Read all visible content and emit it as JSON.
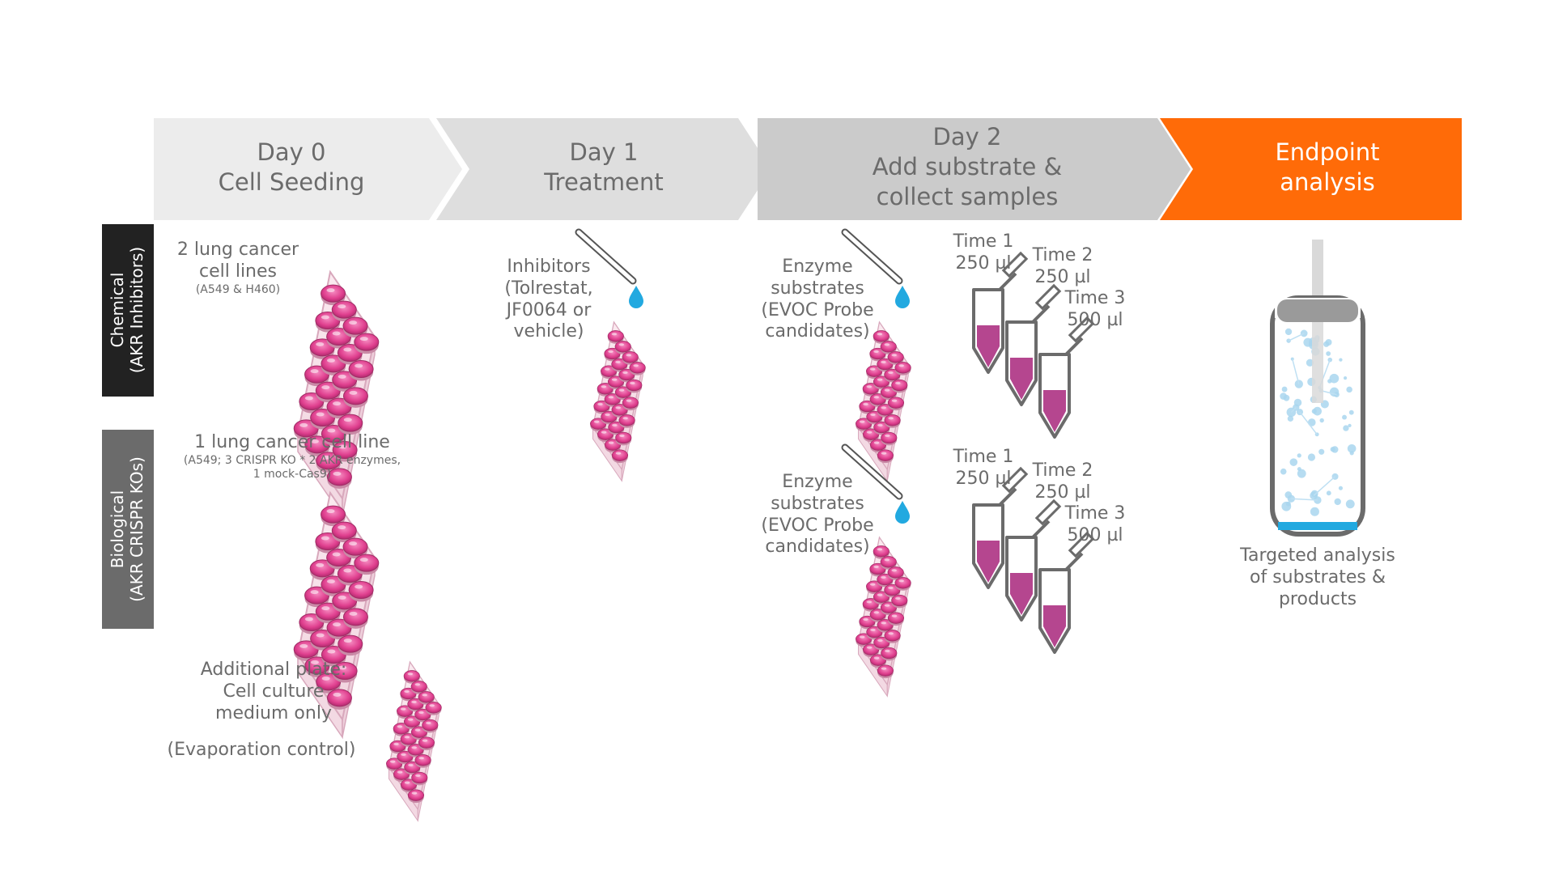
{
  "stages": [
    {
      "lines": [
        "Day 0",
        "Cell Seeding"
      ],
      "color": "#ececec",
      "text_color": "#6b6b6b"
    },
    {
      "lines": [
        "Day 1",
        "Treatment"
      ],
      "color": "#dedede",
      "text_color": "#6b6b6b"
    },
    {
      "lines": [
        "Day 2",
        "Add substrate &",
        "collect samples"
      ],
      "color": "#cbcbcb",
      "text_color": "#6b6b6b"
    },
    {
      "lines": [
        "Endpoint",
        "analysis"
      ],
      "color": "#ff6b08",
      "text_color": "#ffffff"
    }
  ],
  "rows": [
    {
      "lines": [
        "Chemical",
        "(AKR Inhibitors)"
      ],
      "color": "#222222"
    },
    {
      "lines": [
        "Biological",
        "(AKR CRISPR KOs)"
      ],
      "color": "#6b6b6b"
    }
  ],
  "day0": {
    "chemical": {
      "lines": [
        "2 lung cancer",
        "cell lines"
      ],
      "detail": "(A549 & H460)"
    },
    "biological": {
      "line": "1 lung cancer cell line",
      "detail": [
        "(A549; 3 CRISPR KO * 2 AKR enzymes,",
        "1 mock-Cas9)"
      ]
    },
    "additional": {
      "lines": [
        "Additional plate:",
        "Cell culture",
        "medium only"
      ],
      "note": "(Evaporation control)"
    }
  },
  "day1": {
    "lines": [
      "Inhibitors",
      "(Tolrestat,",
      "JF0064 or",
      "vehicle)"
    ]
  },
  "day2": {
    "substrate_lines": [
      "Enzyme",
      "substrates",
      "(EVOC Probe",
      "candidates)"
    ],
    "timepoints": [
      {
        "time": "Time 1",
        "volume": "250 µl"
      },
      {
        "time": "Time 2",
        "volume": "250 µl"
      },
      {
        "time": "Time 3",
        "volume": "500 µl"
      }
    ]
  },
  "endpoint": {
    "lines": [
      "Targeted analysis",
      "of substrates &",
      "products"
    ]
  },
  "colors": {
    "plate_pink": "#e0408f",
    "tube_magenta": "#b5468f",
    "droplet_blue": "#22a9e0",
    "accent_orange": "#ff6b08"
  }
}
